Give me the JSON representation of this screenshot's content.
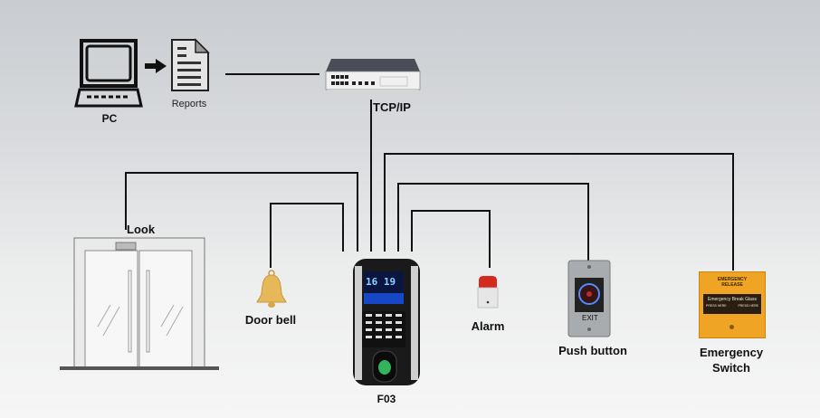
{
  "diagram": {
    "nodes": {
      "pc": {
        "label": "PC"
      },
      "reports": {
        "label": "Reports"
      },
      "switch": {
        "label": "TCP/IP"
      },
      "lock": {
        "label": "Look"
      },
      "door_bell": {
        "label": "Door bell"
      },
      "controller": {
        "label": "F03",
        "screen_time": "16 19"
      },
      "alarm": {
        "label": "Alarm"
      },
      "push_button": {
        "label": "Push button",
        "plate_text": "EXIT"
      },
      "emergency_switch": {
        "label_line1": "Emergency",
        "label_line2": "Switch",
        "plate_title_line1": "EMERGENCY",
        "plate_title_line2": "RELEASE",
        "plate_band": "Emergency Break Glass",
        "plate_small_left": "PRESS HERE",
        "plate_small_right": "PRESS HERE"
      }
    },
    "connections": [
      {
        "from": "pc",
        "to": "reports",
        "style": "arrow"
      },
      {
        "from": "reports",
        "to": "switch",
        "style": "line"
      },
      {
        "from": "switch",
        "to": "controller",
        "style": "line"
      },
      {
        "from": "controller",
        "to": "lock",
        "style": "line"
      },
      {
        "from": "controller",
        "to": "door_bell",
        "style": "line"
      },
      {
        "from": "controller",
        "to": "alarm",
        "style": "line"
      },
      {
        "from": "controller",
        "to": "push_button",
        "style": "line"
      },
      {
        "from": "controller",
        "to": "emergency_switch",
        "style": "line"
      }
    ],
    "colors": {
      "wire": "#111111",
      "bell": "#e0b050",
      "alarm_red": "#d42a1e",
      "emergency_yellow": "#f0a423",
      "screen_blue": "#1a5cff",
      "fingerprint_green": "#3bd16a"
    }
  }
}
